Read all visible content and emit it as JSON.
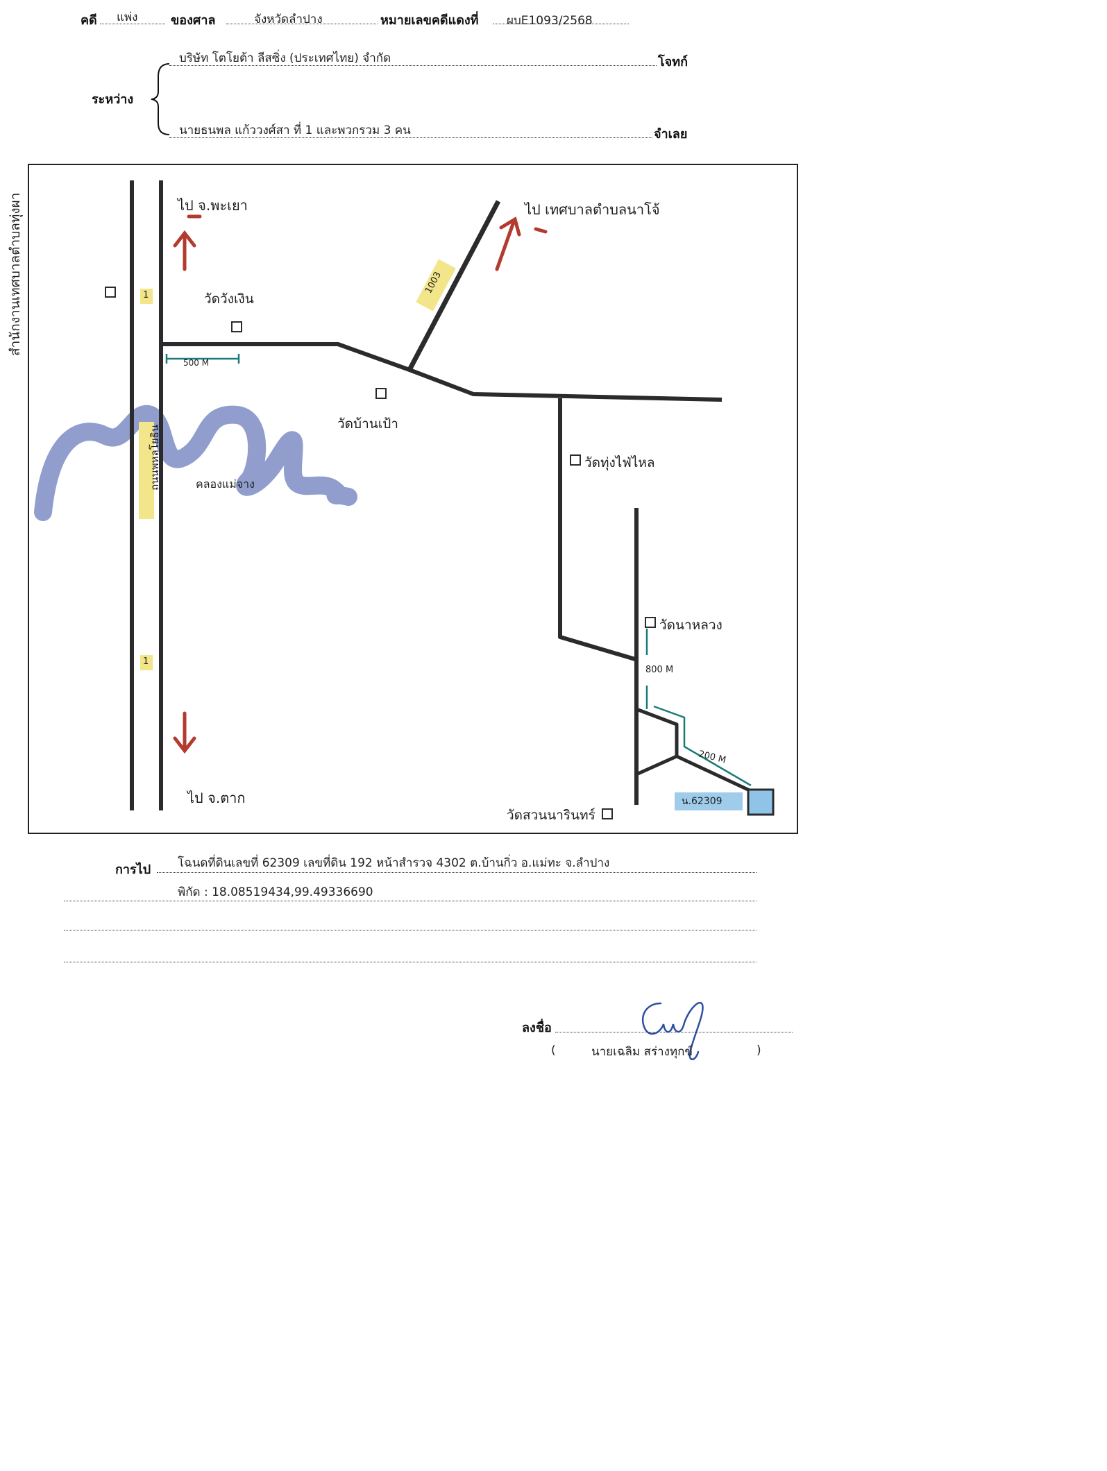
{
  "header": {
    "case_label": "คดี",
    "case_type": "แพ่ง",
    "court_label": "ของศาล",
    "court_name": "จังหวัดลำปาง",
    "red_case_label": "หมายเลขคดีแดงที่",
    "red_case_number": "ผบE1093/2568"
  },
  "parties": {
    "between_label": "ระหว่าง",
    "plaintiff_name": "บริษัท โตโยต้า ลีสซิ่ง (ประเทศไทย) จำกัด",
    "plaintiff_label": "โจทก์",
    "defendant_name": "นายธนพล แก้ววงศ์สา ที่ 1 และพวกรวม 3 คน",
    "defendant_label": "จำเลย"
  },
  "map": {
    "labels": {
      "to_phayao": "ไป จ.พะเยา",
      "to_municipality": "ไป เทศบาลตำบลนาโจ้",
      "to_tak": "ไป จ.ตาก",
      "district_office": "สำนักงานเทศบาลตำบลทุ่งผา",
      "wat_wang_ngiu": "วัดวังเงิน",
      "wat_ban_pao": "วัดบ้านเป้า",
      "wat_thung_fai": "วัดทุ่งไฟ่ไหล",
      "wat_na_lang": "วัดนาหลวง",
      "wat_suan_nari": "วัดสวนนารินทร์",
      "canal": "คลองแม่จาง",
      "main_road": "ถนนพหลโยธิน",
      "road_1_top": "1",
      "road_1_bottom": "1",
      "road_1003": "1003",
      "dist_500": "500 M",
      "dist_800": "800 M",
      "dist_200": "200 M",
      "parcel_id": "น.62309"
    },
    "colors": {
      "road": "#2b2b2d",
      "arrow": "#b33a2e",
      "river": "#7d8cc4",
      "highlight": "#f3e58a",
      "parcel": "#8fc3e8",
      "measure": "#1d7a7a"
    }
  },
  "footer": {
    "directions_label": "การไป",
    "directions_line1": "โฉนดที่ดินเลขที่ 62309 เลขที่ดิน 192 หน้าสำรวจ 4302 ต.บ้านกิ่ว อ.แม่ทะ จ.ลำปาง",
    "directions_line2": "พิกัด : 18.08519434,99.49336690",
    "sign_label": "ลงชื่อ",
    "signer_name": "นายเฉลิม สร่างทุกข์",
    "paren_open": "(",
    "paren_close": ")"
  }
}
